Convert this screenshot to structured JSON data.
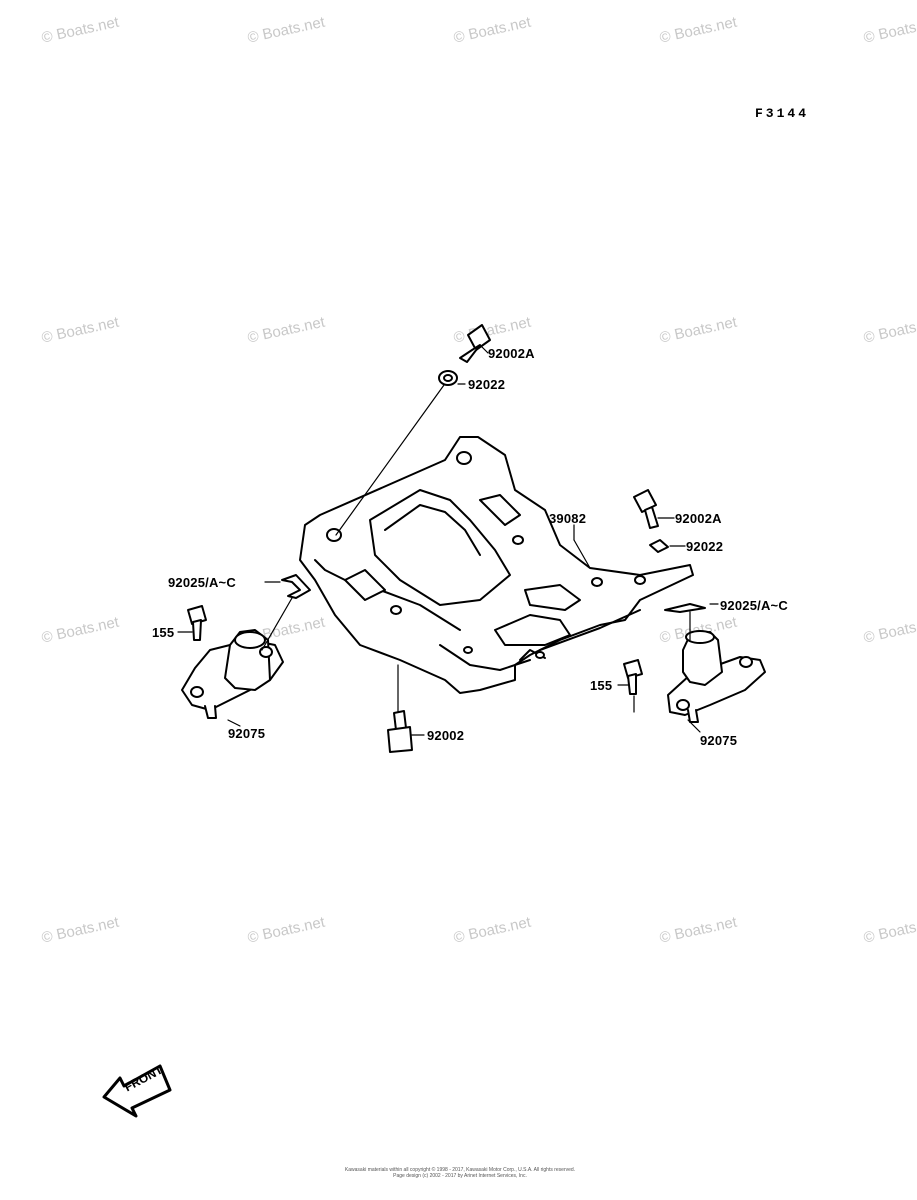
{
  "figure_id": "F3144",
  "watermark": "© Boats.net",
  "front_arrow_label": "FRONT",
  "copyright_lines": [
    "Kawasaki materials within all copyright © 1998 - 2017, Kawasaki Motor Corp., U.S.A. All rights reserved.",
    "Page design (c) 2002 - 2017 by Arinet Internet Services, Inc."
  ],
  "callouts": {
    "bolt_top": "92002A",
    "washer_top": "92022",
    "bracket": "39082",
    "bolt_right": "92002A",
    "washer_right": "92022",
    "clip_left": "92025/A~C",
    "clip_right": "92025/A~C",
    "bolt_left_mount": "155",
    "bolt_right_mount": "155",
    "mount_left": "92075",
    "mount_right": "92075",
    "bolt_bottom": "92002"
  }
}
